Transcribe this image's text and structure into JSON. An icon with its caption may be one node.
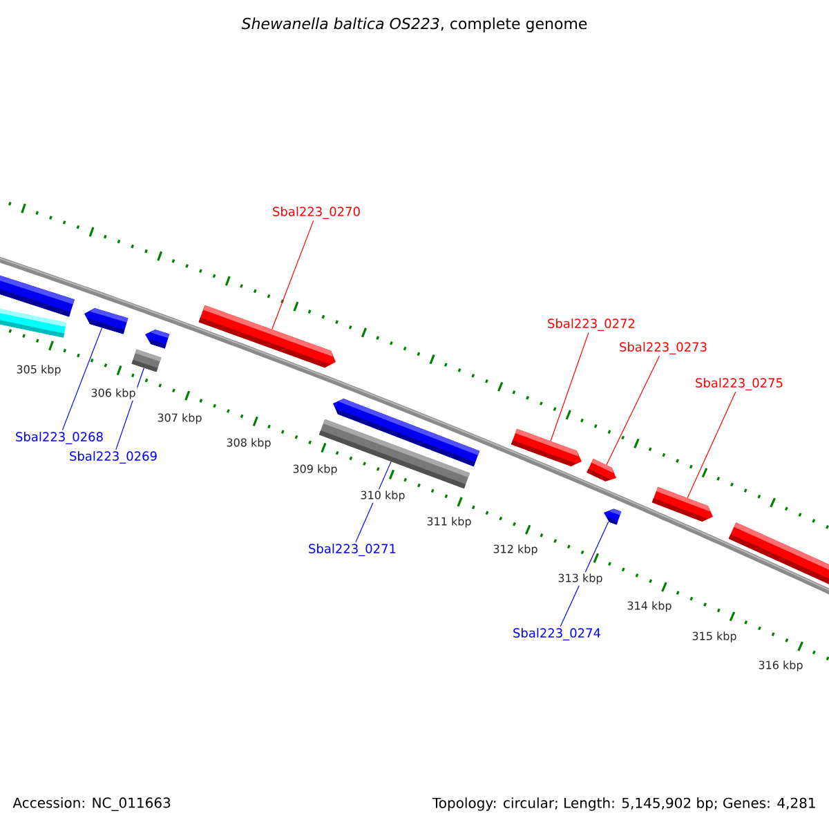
{
  "diagram": {
    "title": "*Shewanella baltica OS223*, complete genome",
    "nodes": [
      {
        "text": [
          "Sbal223_0270"
        ]
      },
      {
        "text": [
          "Sbal223_0272"
        ]
      },
      {
        "text": [
          "Sbal223_0273"
        ]
      },
      {
        "text": [
          "Sbal223_0275"
        ]
      },
      {
        "text": [
          "Sbal223_0268"
        ]
      },
      {
        "text": [
          "Sbal223_0269"
        ]
      },
      {
        "text": [
          "Sbal223_0271"
        ]
      },
      {
        "text": [
          "Sbal223_0274"
        ]
      },
      {
        "text": [],
        "shape": "arrow"
      },
      {
        "text": [],
        "shape": "arrow"
      },
      {
        "text": [],
        "shape": "arrow"
      },
      {
        "text": [],
        "shape": "arrow"
      },
      {
        "text": [],
        "shape": "bar"
      },
      {
        "text": [],
        "shape": "arrow"
      },
      {
        "text": [],
        "shape": "bar"
      },
      {
        "text": [],
        "shape": "arrow"
      },
      {
        "text": [],
        "shape": "arrow"
      },
      {
        "text": [],
        "shape": "arrow"
      },
      {
        "text": [],
        "shape": "arrow"
      },
      {
        "text": [],
        "shape": "arrow"
      },
      {
        "text": [],
        "shape": "arrow"
      }
    ],
    "edges": [
      {
        "from": 0,
        "to": 13,
        "arrow": "none",
        "color": "#ff0000"
      },
      {
        "from": 1,
        "to": 16,
        "arrow": "none",
        "color": "#ff0000"
      },
      {
        "from": 2,
        "to": 17,
        "arrow": "none",
        "color": "#ff0000"
      },
      {
        "from": 3,
        "to": 19,
        "arrow": "none",
        "color": "#ff0000"
      },
      {
        "from": 4,
        "to": 10,
        "arrow": "none",
        "color": "#0000ff"
      },
      {
        "from": 5,
        "to": 12,
        "arrow": "none",
        "color": "#0000ff"
      },
      {
        "from": 6,
        "to": 14,
        "arrow": "none",
        "color": "#0000ff"
      },
      {
        "from": 7,
        "to": 18,
        "arrow": "none",
        "color": "#0000ff"
      }
    ],
    "labels": [
      "305 kbp",
      "306 kbp",
      "307 kbp",
      "308 kbp",
      "309 kbp",
      "310 kbp",
      "311 kbp",
      "312 kbp",
      "313 kbp",
      "314 kbp",
      "315 kbp",
      "316 kbp",
      "Accession: NC_011663",
      "Topology: circular; Length: 5,145,902 bp; Genes: 4,281"
    ]
  }
}
